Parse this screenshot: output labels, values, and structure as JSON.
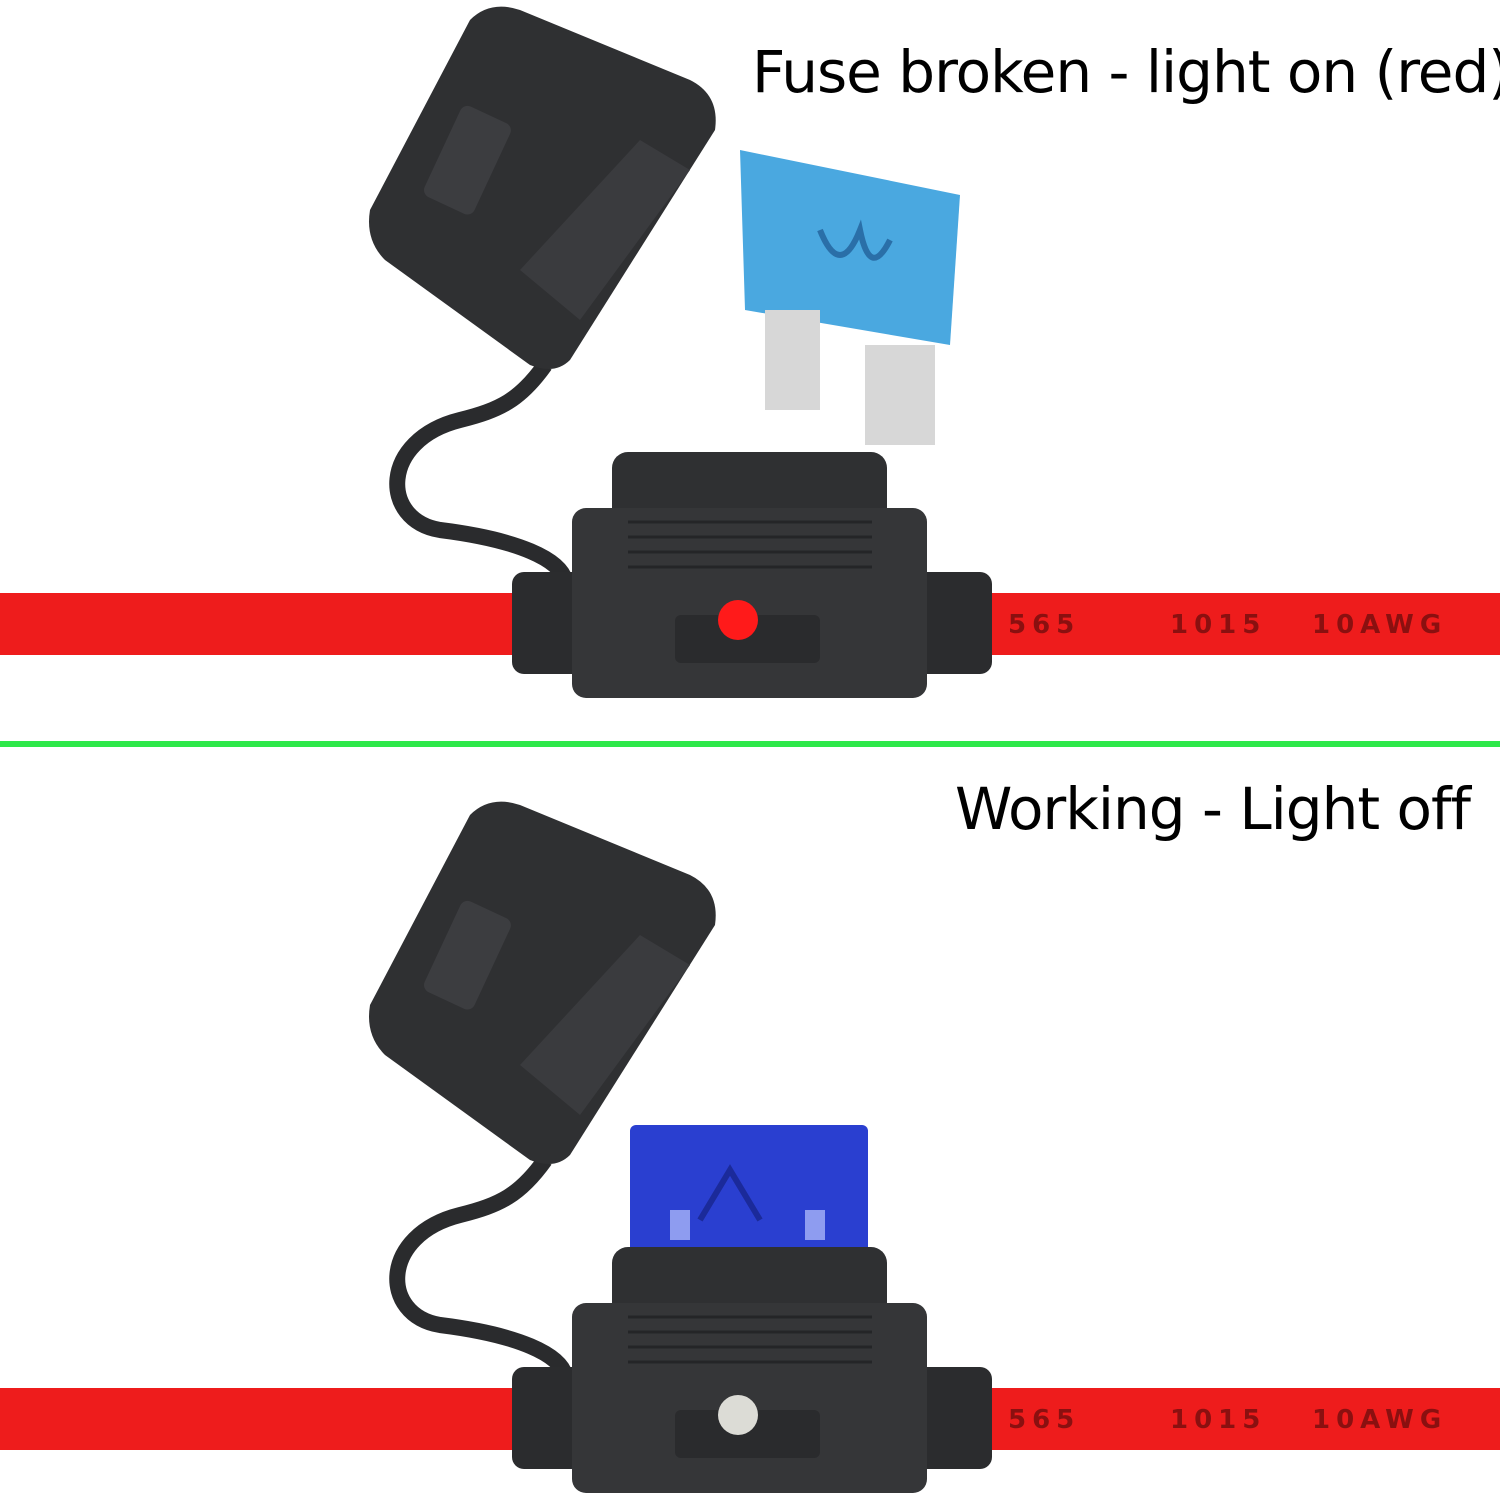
{
  "top_panel": {
    "caption": "Fuse broken - light on (red)",
    "indicator_color": "#ff1a1a",
    "wire_markings": [
      "565",
      "1015",
      "10AWG"
    ]
  },
  "bottom_panel": {
    "caption": "Working - Light off",
    "indicator_color": "#dcdcd6",
    "wire_markings": [
      "565",
      "1015",
      "10AWG"
    ]
  },
  "colors": {
    "wire": "#ee1c1c",
    "holder": "#2f3032",
    "fuse_light_blue": "#4aa8e0",
    "fuse_dark_blue": "#2a3fd0",
    "divider": "#2ee84a"
  }
}
